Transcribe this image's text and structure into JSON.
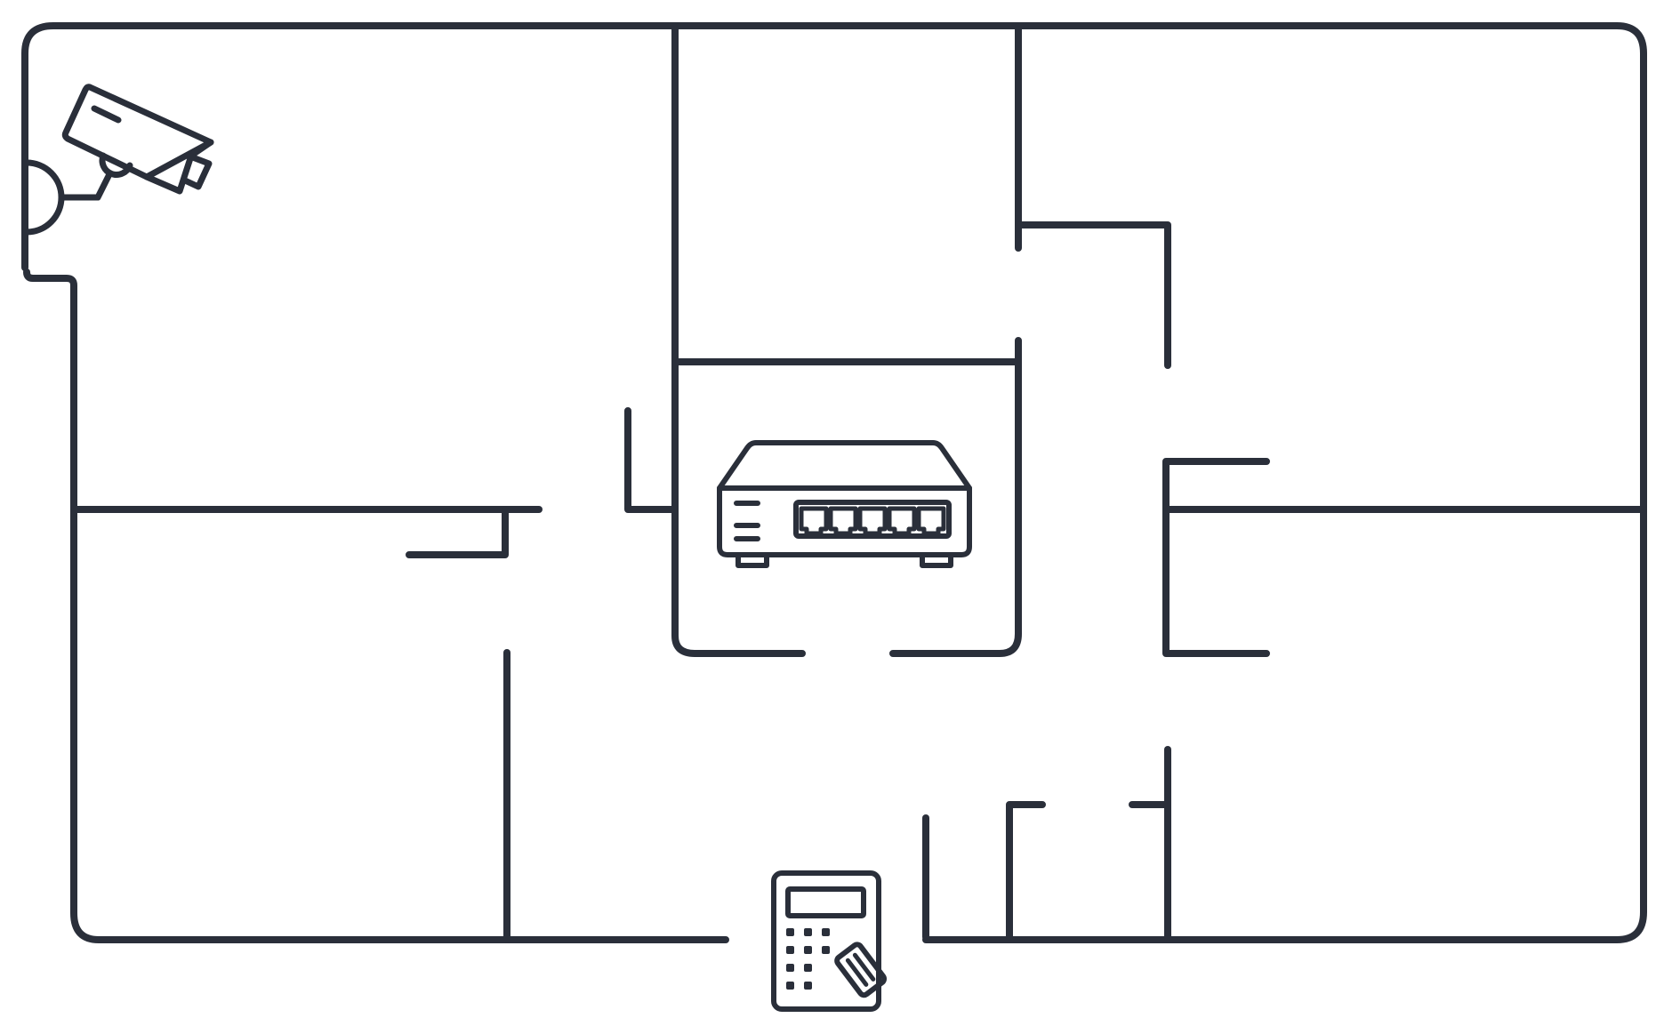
{
  "floorplan": {
    "stroke_color": "#2a2f3a",
    "background": "#ffffff",
    "accent_color": "#f2917a",
    "accent_light": "#f7a58f"
  },
  "devices": [
    {
      "name": "security-camera-icon",
      "icon": "security-camera"
    },
    {
      "name": "network-switch-icon",
      "icon": "network-switch"
    },
    {
      "name": "keypad-icon",
      "icon": "alarm-keypad"
    }
  ]
}
